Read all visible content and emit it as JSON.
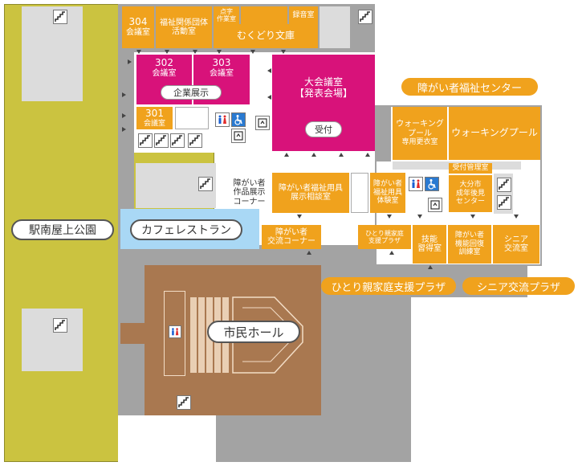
{
  "park": {
    "label": "駅南屋上公園"
  },
  "cafe": {
    "label": "カフェレストラン"
  },
  "hall": {
    "label": "市民ホール"
  },
  "rooms": {
    "r304": {
      "num": "304",
      "name": "会議室"
    },
    "welfare_groups": {
      "line1": "福祉関係団体",
      "line2": "活動室"
    },
    "braille": {
      "line1": "点字",
      "line2": "作業室"
    },
    "recording": {
      "label": "録音室"
    },
    "library": {
      "label": "むくどり文庫"
    },
    "r302": {
      "num": "302",
      "name": "会議室"
    },
    "r303": {
      "num": "303",
      "name": "会議室"
    },
    "exhibit": {
      "label": "企業展示"
    },
    "r301": {
      "num": "301",
      "name": "会議室"
    },
    "main_conf": {
      "line1": "大会議室",
      "line2": "【発表会場】"
    },
    "reception": {
      "label": "受付"
    },
    "pool_locker": {
      "line1": "ウォーキング",
      "line2": "プール",
      "line3": "専用更衣室"
    },
    "walking_pool": {
      "label": "ウォーキングプール"
    },
    "aid_display": {
      "line1": "障がい者",
      "line2": "作品展示",
      "line3": "コーナー"
    },
    "aid_consult": {
      "line1": "障がい者福祉用具",
      "line2": "展示相談室"
    },
    "aid_trial": {
      "line1": "障がい者",
      "line2": "福祉用具",
      "line3": "体験室"
    },
    "admin_office": {
      "label": "受付管理室"
    },
    "sports_center": {
      "line1": "大分市",
      "line2": "成年後見",
      "line3": "センター"
    },
    "exchange_corner": {
      "line1": "障がい者",
      "line2": "交流コーナー"
    },
    "single_parent_small": {
      "line1": "ひとり親家庭",
      "line2": "支援プラザ"
    },
    "skills": {
      "line1": "技能",
      "line2": "習得室"
    },
    "rehab": {
      "line1": "障がい者",
      "line2": "機能回復",
      "line3": "訓練室"
    },
    "senior_room": {
      "line1": "シニア",
      "line2": "交流室"
    }
  },
  "labels": {
    "disability_center": "障がい者福祉センター",
    "single_parent_plaza": "ひとり親家庭支援プラザ",
    "senior_plaza": "シニア交流プラザ"
  },
  "icons": {
    "stairs": "stairs-icon",
    "restroom": "restroom-icon",
    "accessible": "wheelchair-icon",
    "elevator": "elevator-icon"
  },
  "colors": {
    "park": "#cbc340",
    "rooms": "#f0a21d",
    "conference": "#d8127a",
    "hall": "#a97850",
    "cafe": "#a9d8f5",
    "corridor": "#a3a3a3"
  }
}
